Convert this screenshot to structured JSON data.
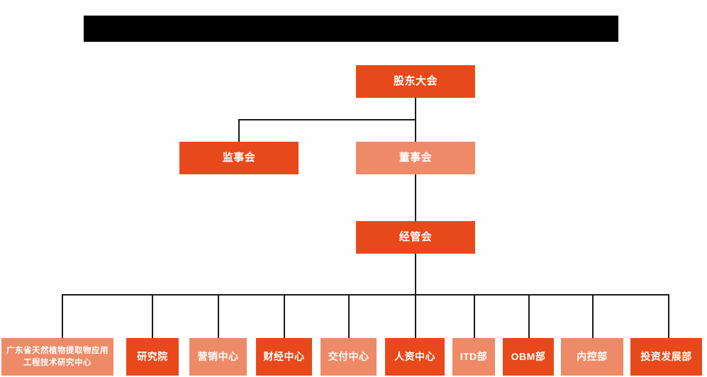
{
  "chart": {
    "title": "",
    "header_bar": {
      "name": "redacted-title-bar",
      "color": "#000000",
      "text": ""
    },
    "colors": {
      "dark_orange": "#e8491a",
      "light_orange": "#ee8a67",
      "line": "#1a1a1a",
      "text": "#ffffff",
      "background": "#fefefe"
    },
    "nodes": {
      "shareholders_meeting": "股东大会",
      "board_of_supervisors": "监事会",
      "board_of_directors": "董事会",
      "management_committee": "经管会"
    },
    "departments": [
      {
        "label": "广东省天然植物提取物应用工程技术研究中心",
        "tone": "light"
      },
      {
        "label": "研究院",
        "tone": "dark"
      },
      {
        "label": "营销中心",
        "tone": "light"
      },
      {
        "label": "财经中心",
        "tone": "dark"
      },
      {
        "label": "交付中心",
        "tone": "light"
      },
      {
        "label": "人资中心",
        "tone": "dark"
      },
      {
        "label": "ITD部",
        "tone": "light"
      },
      {
        "label": "OBM部",
        "tone": "dark"
      },
      {
        "label": "内控部",
        "tone": "light"
      },
      {
        "label": "投资发展部",
        "tone": "dark"
      }
    ]
  }
}
